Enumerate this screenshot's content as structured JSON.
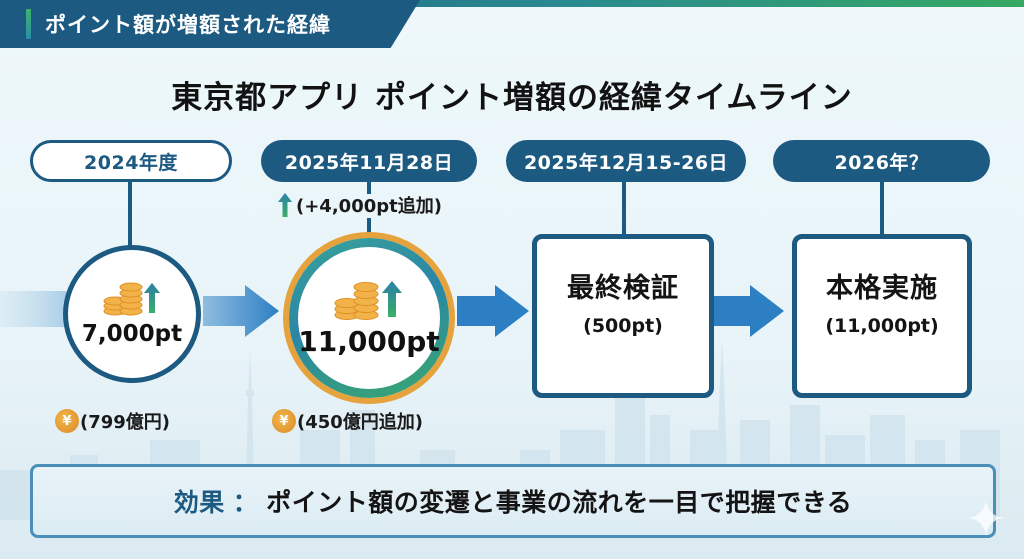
{
  "header": {
    "section_label": "ポイント額が増額された経緯",
    "title": "東京都アプリ ポイント増額の経緯タイムライン"
  },
  "timeline": [
    {
      "date": "2024年度",
      "style": "outline",
      "node_type": "circle",
      "points": "7,000pt",
      "budget": "(799億円)",
      "icon": "coins-up-icon"
    },
    {
      "date": "2025年11月28日",
      "style": "filled",
      "node_type": "circle-highlight",
      "increase_note": "(+4,000pt追加)",
      "points": "11,000pt",
      "budget": "(450億円追加)",
      "icon": "coins-up-icon"
    },
    {
      "date": "2025年12月15-26日",
      "style": "filled",
      "node_type": "box",
      "title": "最終検証",
      "points": "(500pt)"
    },
    {
      "date": "2026年？",
      "style": "filled",
      "node_type": "box",
      "title": "本格実施",
      "points": "(11,000pt)"
    }
  ],
  "yen_symbol": "¥",
  "effect": {
    "label": "効果",
    "colon": "：",
    "text": "ポイント額の変遷と事業の流れを一目で把握できる"
  },
  "colors": {
    "primary_navy": "#1d5a82",
    "arrow_blue": "#2d7fc4",
    "coin_orange": "#e5a23d",
    "accent_green": "#36a862",
    "background": "#eef8fb"
  }
}
